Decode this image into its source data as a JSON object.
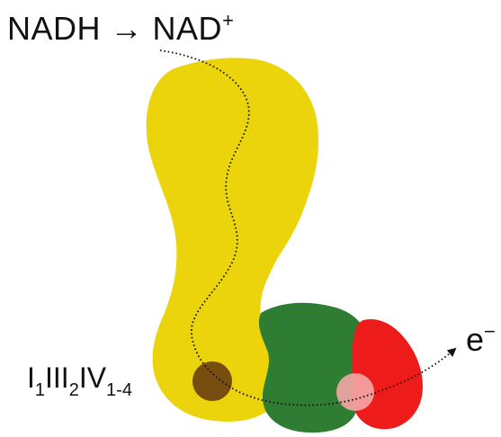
{
  "labels": {
    "reaction": {
      "reactant": "NADH",
      "arrow": "→",
      "product_base": "NAD",
      "product_charge": "+"
    },
    "supercomplex": {
      "c1": "I",
      "c1_count": "1",
      "c3": "III",
      "c3_count": "2",
      "c4": "IV",
      "c4_count": "1-4"
    },
    "electron": {
      "symbol": "e",
      "charge": "−"
    }
  },
  "colors": {
    "complex_I": "#ebd40b",
    "complex_III": "#2e7d32",
    "complex_IV": "#ee1b1b",
    "quinone_site": "#6b3e11",
    "cytochrome_site": "#f4a6a6",
    "path_line": "#111111"
  }
}
